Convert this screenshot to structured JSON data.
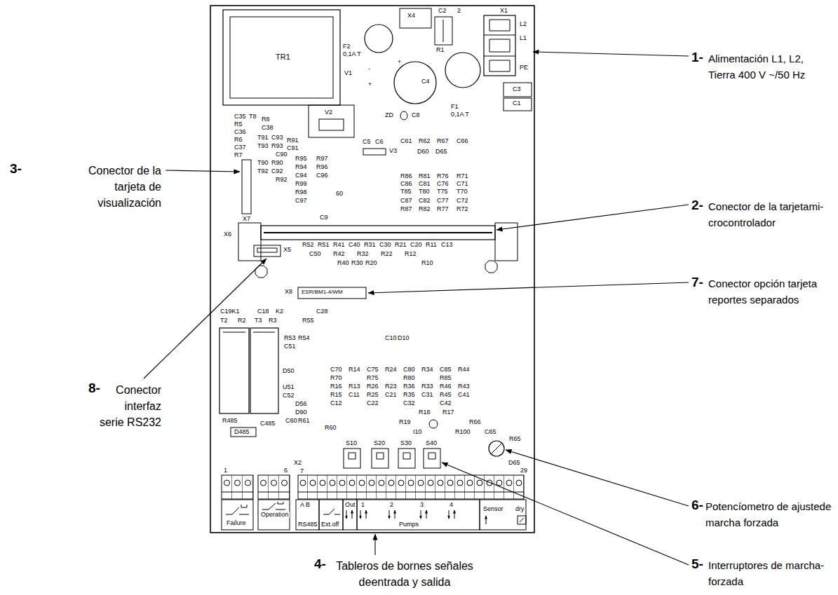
{
  "diagram": {
    "labels": [
      "1-",
      "Alimentación L1, L2, Tierra 400 V ~/50 Hz",
      "2-",
      "Conector de la tarjetami- crocontrolador",
      "7-",
      "Conector opción tarjeta reportes separados",
      "6-",
      "Potencíometro de ajustede marcha forzada",
      "5-",
      "Interruptores de marcha- forzada",
      "3-",
      "Conector de la tarjeta de visualización",
      "8-",
      "Conector interfaz serie RS232",
      "4-",
      "Tableros de bornes señales deentrada y salida",
      "TR1",
      "X4",
      "C2",
      "2",
      "X1",
      "L2",
      "L1",
      "PE",
      "R1",
      "F2",
      "0,1A T",
      "V1",
      "-",
      "+",
      "+",
      "C4",
      "ZD",
      "C8",
      "F1",
      "0,1A T",
      "C3",
      "C1",
      "V2",
      "C5",
      "C6",
      "V3",
      "C35",
      "T8",
      "R8",
      "R5",
      "C38",
      "C36",
      "R6",
      "T91",
      "C93",
      "R91",
      "C37",
      "T93",
      "R93",
      "C91",
      "R7",
      "C90",
      "T90",
      "R90",
      "R95",
      "R97",
      "R94",
      "R96",
      "T92",
      "C92",
      "C94",
      "C96",
      "R92",
      "R99",
      "R98",
      "60",
      "C97",
      "C61",
      "R62",
      "R67",
      "C66",
      "D60",
      "D65",
      "R86",
      "R81",
      "R76",
      "R71",
      "C86",
      "C81",
      "C76",
      "C71",
      "T85",
      "T80",
      "T75",
      "T70",
      "C87",
      "C82",
      "C77",
      "C72",
      "R87",
      "R82",
      "R77",
      "R72",
      "C9",
      "X7",
      "X6",
      "X5",
      "R52",
      "R51",
      "R41",
      "C40",
      "R31",
      "C30",
      "R21",
      "C20",
      "R11",
      "C13",
      "C50",
      "R42",
      "R32",
      "R22",
      "R12",
      "R40",
      "R30",
      "R20",
      "R10",
      "X8",
      "ESR/BM1-4/WM",
      "C19K1",
      "C18",
      "K2",
      "C28",
      "T2",
      "R2",
      "T3",
      "R3",
      "R55",
      "R53",
      "R54",
      "C51",
      "C10",
      "D10",
      "D50",
      "U51",
      "C52",
      "D56",
      "D90",
      "C60",
      "R61",
      "R60",
      "R485",
      "D485",
      "C485",
      "C70",
      "R14",
      "C75",
      "R24",
      "C80",
      "R34",
      "C85",
      "R44",
      "R70",
      "R75",
      "R80",
      "R85",
      "R16",
      "R13",
      "R26",
      "R23",
      "R36",
      "R33",
      "R46",
      "R43",
      "R15",
      "C11",
      "R25",
      "C21",
      "R35",
      "C31",
      "R45",
      "C41",
      "C12",
      "C22",
      "C32",
      "C42",
      "R18",
      "R17",
      "R19",
      "I10",
      "R66",
      "R100",
      "C65",
      "R65",
      "D65",
      "S10",
      "S20",
      "S30",
      "S40",
      "1",
      "6",
      "X2",
      "7",
      "29",
      "Failure",
      "Operation",
      "A B",
      "RS485",
      "Ext.off",
      "Out",
      "1",
      "2",
      "3",
      "4",
      "Pumps",
      "Sensor",
      "dry"
    ]
  }
}
